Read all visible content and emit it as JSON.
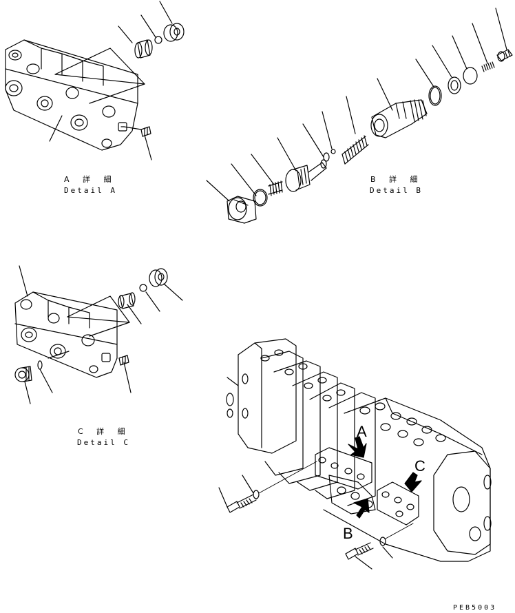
{
  "detail_a": {
    "title_jp": "A 詳 細",
    "title_en": "Detail A"
  },
  "detail_b": {
    "title_jp": "B 詳 細",
    "title_en": "Detail B"
  },
  "detail_c": {
    "title_jp": "C 詳 細",
    "title_en": "Detail C"
  },
  "callouts": {
    "a": "A",
    "b": "B",
    "c": "C"
  },
  "drawing_code": "PEB5003"
}
